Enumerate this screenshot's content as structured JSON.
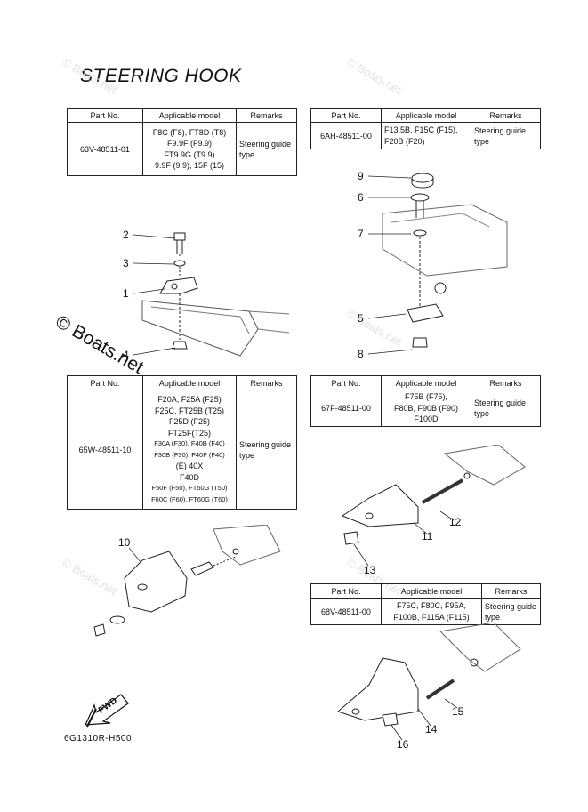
{
  "title": "STEERING HOOK",
  "headers": {
    "part_no": "Part No.",
    "model": "Applicable model",
    "remarks": "Remarks"
  },
  "tables": [
    {
      "part_no": "63V-48511-01",
      "models": [
        "F8C (F8), FT8D (T8)",
        "F9.9F (F9.9)",
        "FT9.9G (T9.9)",
        "9.9F (9.9), 15F (15)"
      ],
      "remarks": [
        "Steering guide",
        "type"
      ]
    },
    {
      "part_no": "6AH-48511-00",
      "models": [
        "F13.5B, F15C (F15),",
        "F20B (F20)"
      ],
      "remarks": [
        "Steering guide",
        "type"
      ]
    },
    {
      "part_no": "65W-48511-10",
      "models": [
        "F20A, F25A (F25)",
        "F25C, FT25B (T25)",
        "F25D (F25)",
        "FT25F(T25)",
        "F30A (F30), F40B (F40)",
        "F30B (F30), F40F (F40)",
        "(E) 40X",
        "F40D",
        "F50F (F50), FT50G (T50)",
        "F60C (F60), FT60G (T60)"
      ],
      "remarks": [
        "Steering guide",
        "type"
      ]
    },
    {
      "part_no": "67F-48511-00",
      "models": [
        "F75B (F75),",
        "F80B, F90B (F90)",
        "F100D"
      ],
      "remarks": [
        "Steering guide",
        "type"
      ]
    },
    {
      "part_no": "68V-48511-00",
      "models": [
        "F75C, F80C, F95A,",
        "F100B, F115A (F115)"
      ],
      "remarks": [
        "Steering guide",
        "type"
      ]
    }
  ],
  "callouts": [
    "1",
    "2",
    "3",
    "4",
    "5",
    "6",
    "7",
    "8",
    "9",
    "10",
    "11",
    "12",
    "13",
    "14",
    "15",
    "16"
  ],
  "fwd_label": "FWD",
  "diagram_code": "6G1310R-H500",
  "watermark": "© Boats.net"
}
